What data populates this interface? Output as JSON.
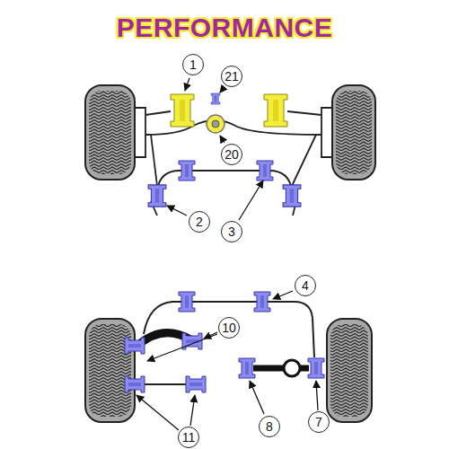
{
  "diagram": {
    "title": "PERFORMANCE",
    "labels": [
      "1",
      "21",
      "20",
      "2",
      "3",
      "4",
      "10",
      "8",
      "7",
      "11"
    ]
  }
}
